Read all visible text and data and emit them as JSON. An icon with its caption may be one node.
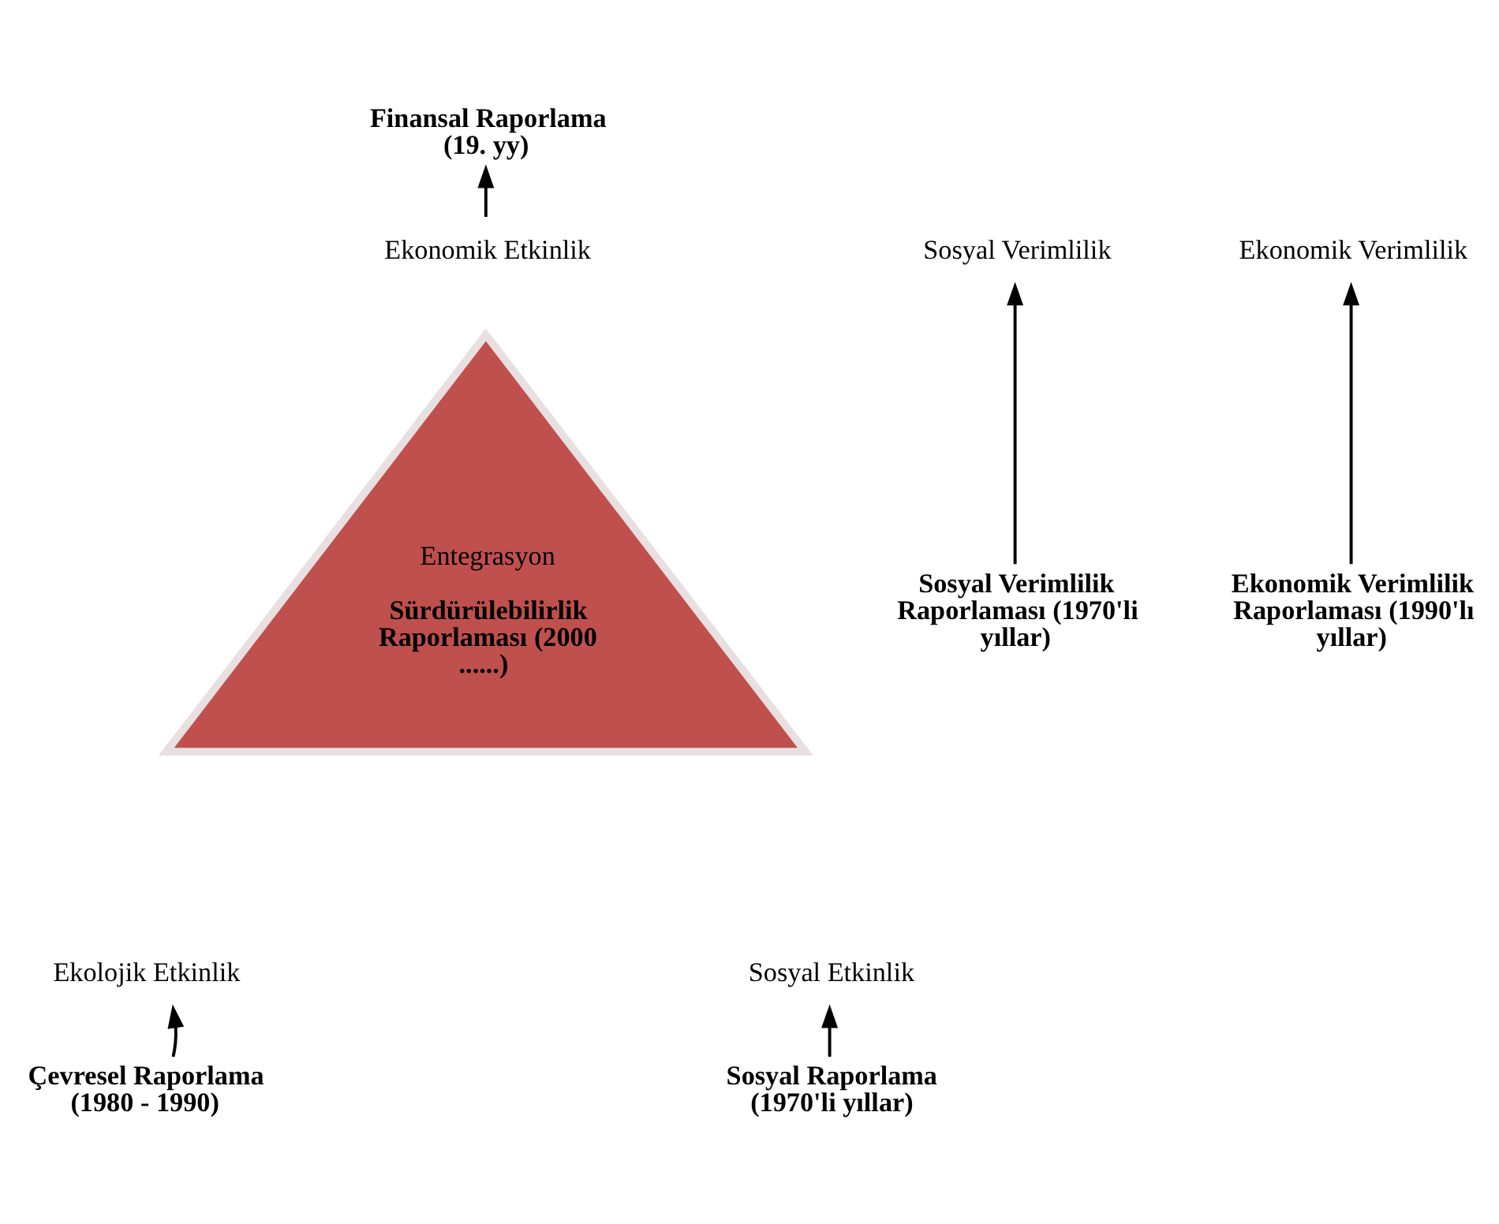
{
  "diagram": {
    "nodes": [
      {
        "text": [
          "Finansal Raporlama (19. yy)"
        ]
      },
      {
        "text": [
          "Ekonomik Etkinlik"
        ]
      },
      {
        "text": [
          "Ekonomik Verimlilik"
        ]
      },
      {
        "text": [
          "Sosyal Verimlilik"
        ]
      },
      {
        "text": [
          "Ekonomik Verimlilik Raporlaması (1990'lı yıllar)"
        ]
      },
      {
        "text": [
          "Sosyal Verimlilik Raporlaması (1970'li yıllar)"
        ]
      },
      {
        "text": [
          "Entegrasyon",
          "Sürdürülebilirlik Raporlaması (2000 ......)"
        ]
      },
      {
        "text": [
          "Ekolojik Etkinlik"
        ]
      },
      {
        "text": [
          "Sosyal Etkinlik"
        ]
      },
      {
        "text": [
          "Çevresel Raporlama (1980 - 1990)"
        ]
      },
      {
        "text": [
          "Sosyal Raporlama (1970'li yıllar)"
        ]
      }
    ],
    "edges": [
      {
        "from": 1,
        "to": 0,
        "arrow": "to"
      },
      {
        "from": 4,
        "to": 2,
        "arrow": "to"
      },
      {
        "from": 5,
        "to": 3,
        "arrow": "to"
      },
      {
        "from": 9,
        "to": 7,
        "arrow": "to"
      },
      {
        "from": 10,
        "to": 8,
        "arrow": "to"
      }
    ]
  }
}
